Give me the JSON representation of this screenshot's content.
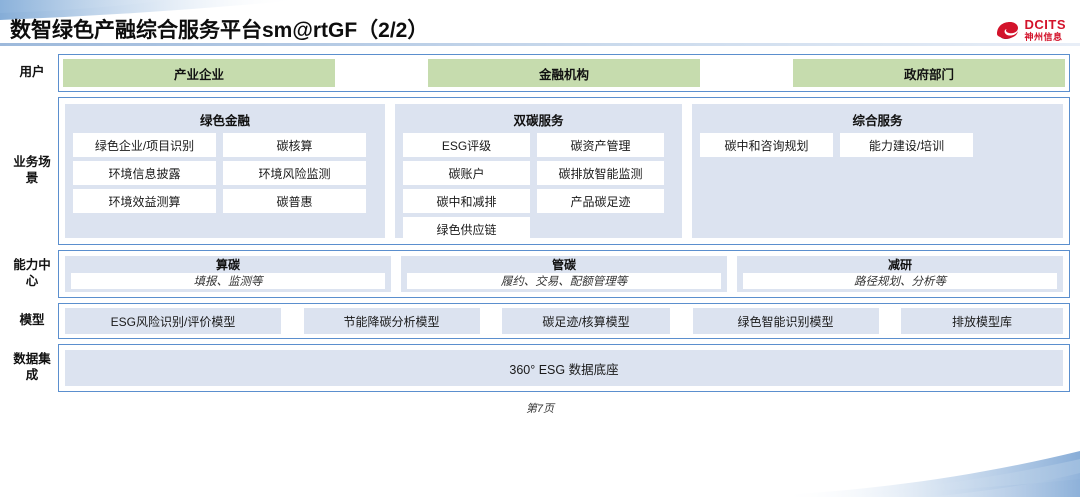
{
  "header": {
    "title": "数智绿色产融综合服务平台sm@rtGF（2/2）",
    "logo_en": "DCITS",
    "logo_cn": "神州信息"
  },
  "colors": {
    "user_box": "#c6dcae",
    "panel": "#dce3f0",
    "border_blue": "#5b8fce",
    "logo_red": "#d3132b"
  },
  "rows": {
    "users": {
      "label": "用户",
      "items": [
        {
          "label": "产业企业"
        },
        {
          "label": "金融机构"
        },
        {
          "label": "政府部门"
        }
      ]
    },
    "scenario": {
      "label": "业务场\n景",
      "label_line1": "业务场",
      "label_line2": "景",
      "groups": [
        {
          "title": "绿色金融",
          "items": [
            "绿色企业/项目识别",
            "碳核算",
            "环境信息披露",
            "环境风险监测",
            "环境效益测算",
            "碳普惠"
          ]
        },
        {
          "title": "双碳服务",
          "items": [
            "ESG评级",
            "碳资产管理",
            "碳账户",
            "碳排放智能监测",
            "碳中和减排",
            "产品碳足迹",
            "绿色供应链"
          ]
        },
        {
          "title": "综合服务",
          "items": [
            "碳中和咨询规划",
            "能力建设/培训"
          ]
        }
      ]
    },
    "capability": {
      "label_line1": "能力中",
      "label_line2": "心",
      "groups": [
        {
          "title": "算碳",
          "sub": "填报、监测等"
        },
        {
          "title": "管碳",
          "sub": "履约、交易、配额管理等"
        },
        {
          "title": "减研",
          "sub": "路径规划、分析等"
        }
      ]
    },
    "model": {
      "label": "模型",
      "items": [
        "ESG风险识别/评价模型",
        "节能降碳分析模型",
        "碳足迹/核算模型",
        "绿色智能识别模型",
        "排放模型库"
      ]
    },
    "data": {
      "label_line1": "数据集",
      "label_line2": "成",
      "items": [
        "360° ESG 数据底座"
      ]
    }
  },
  "footer": {
    "page_text": "第7页"
  }
}
